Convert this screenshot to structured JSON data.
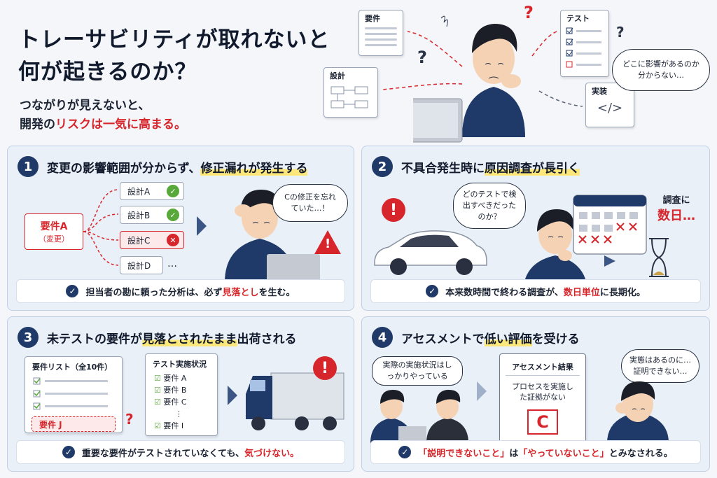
{
  "header": {
    "title_line1": "トレーサビリティが取れないと",
    "title_line2": "何が起きるのか？",
    "sub_line1": "つながりが見えないと、",
    "sub_prefix": "開発の",
    "sub_highlight": "リスクは一気に高まる。",
    "doc_req": "要件",
    "doc_design": "設計",
    "doc_test": "テスト",
    "doc_impl": "実装",
    "impl_symbol": "</>",
    "thought": "どこに影響があるのか分からない…",
    "q": "?"
  },
  "colors": {
    "navy": "#1f3a68",
    "red": "#d7262b",
    "green": "#58a83a",
    "yellow": "#fbe77a"
  },
  "p1": {
    "num": "1",
    "title_pre": "変更の影響範囲が分からず、",
    "title_mark": "修正漏れが発生する",
    "req_label": "要件A",
    "req_sub": "（変更）",
    "designs": [
      "設計A",
      "設計B",
      "設計C",
      "設計D"
    ],
    "dots": "…",
    "bubble": "Cの修正を忘れていた…！",
    "foot_pre": "担当者の勘に頼った分析は、必ず",
    "foot_hl": "見落とし",
    "foot_post": "を生む。"
  },
  "p2": {
    "num": "2",
    "title_pre": "不具合発生時に",
    "title_mark": "原因調査が長引く",
    "bubble": "どのテストで検出すべきだったのか？",
    "days_label": "調査に",
    "days_value": "数日…",
    "foot_pre": "本来数時間で終わる調査が、",
    "foot_hl": "数日単位",
    "foot_post": "に長期化。"
  },
  "p3": {
    "num": "3",
    "title_pre": "未テストの要件が",
    "title_mark": "見落とされたまま",
    "title_post": "出荷される",
    "list_title": "要件リスト（全10件）",
    "missing": "要件 J",
    "status_title": "テスト実施状況",
    "status_items": [
      "要件 A",
      "要件 B",
      "要件 C",
      "要件 I"
    ],
    "dots": "⋮",
    "foot_pre": "重要な要件がテストされていなくても、",
    "foot_hl": "気づけない。"
  },
  "p4": {
    "num": "4",
    "title_pre": "アセスメントで",
    "title_mark": "低い評価",
    "title_post": "を受ける",
    "bubble_left": "実際の実施状況はしっかりやっている",
    "result_title": "アセスメント結果",
    "result_text": "プロセスを実施した証拠がない",
    "grade": "C",
    "bubble_right": "実態はあるのに…証明できない…",
    "foot_q1": "「説明できないこと」",
    "foot_mid": "は",
    "foot_q2": "「やっていないこと」",
    "foot_post": "とみなされる。"
  }
}
